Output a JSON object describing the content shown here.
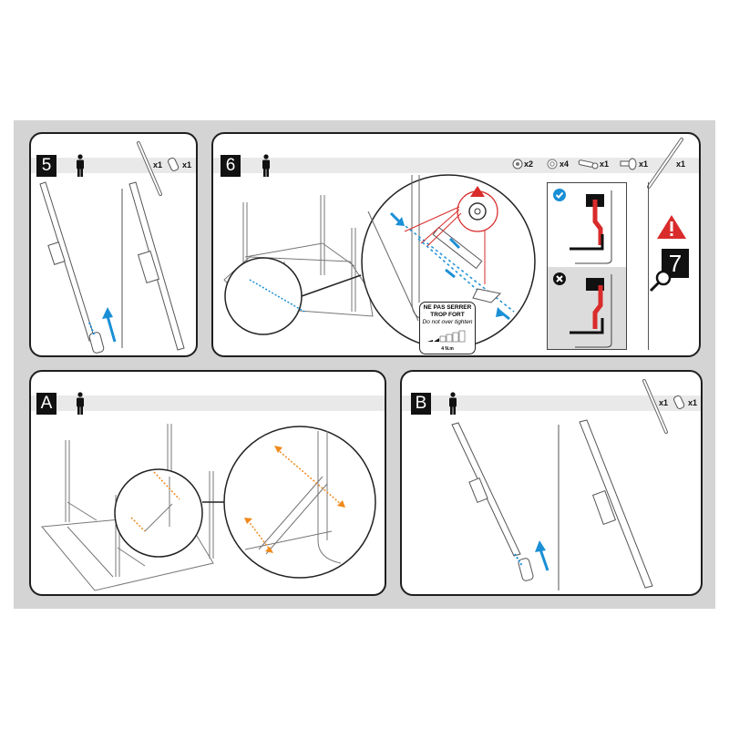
{
  "colors": {
    "background": "#d4d4d4",
    "panel_border": "#1f1f1f",
    "header_band": "#e9e9e9",
    "step_label_bg": "#111111",
    "arrow_blue": "#1a8fd6",
    "arrow_orange": "#f08a1c",
    "warning_red": "#d92b2b",
    "correct_blue": "#1a8fd6"
  },
  "panels": [
    {
      "id": "step-5",
      "label": "5",
      "persons": 1,
      "parts": [
        {
          "icon": "strut-icon",
          "qty": "x1"
        },
        {
          "icon": "sleeve-icon",
          "qty": "x1"
        }
      ]
    },
    {
      "id": "step-6",
      "label": "6",
      "persons": 1,
      "parts": [
        {
          "icon": "nut-icon",
          "qty": "x2"
        },
        {
          "icon": "washer-icon",
          "qty": "x4"
        },
        {
          "icon": "bolt-icon",
          "qty": "x1"
        },
        {
          "icon": "cap-screw-icon",
          "qty": "x1"
        },
        {
          "icon": "strut-icon",
          "qty": "x1"
        }
      ],
      "torque_warning": {
        "line1": "NE PAS SERRER",
        "line2": "TROP FORT",
        "line3": "Do not over tighten",
        "torque": "4 N.m"
      },
      "check_states": [
        {
          "state": "correct",
          "icon": "check-icon"
        },
        {
          "state": "incorrect",
          "icon": "cross-icon"
        }
      ],
      "reference": {
        "warning": "warning-triangle-icon",
        "see_step": "7"
      }
    },
    {
      "id": "step-A",
      "label": "A",
      "persons": 1,
      "parts": []
    },
    {
      "id": "step-B",
      "label": "B",
      "persons": 1,
      "parts": [
        {
          "icon": "strut-icon",
          "qty": "x1"
        },
        {
          "icon": "sleeve-icon",
          "qty": "x1"
        }
      ]
    }
  ]
}
